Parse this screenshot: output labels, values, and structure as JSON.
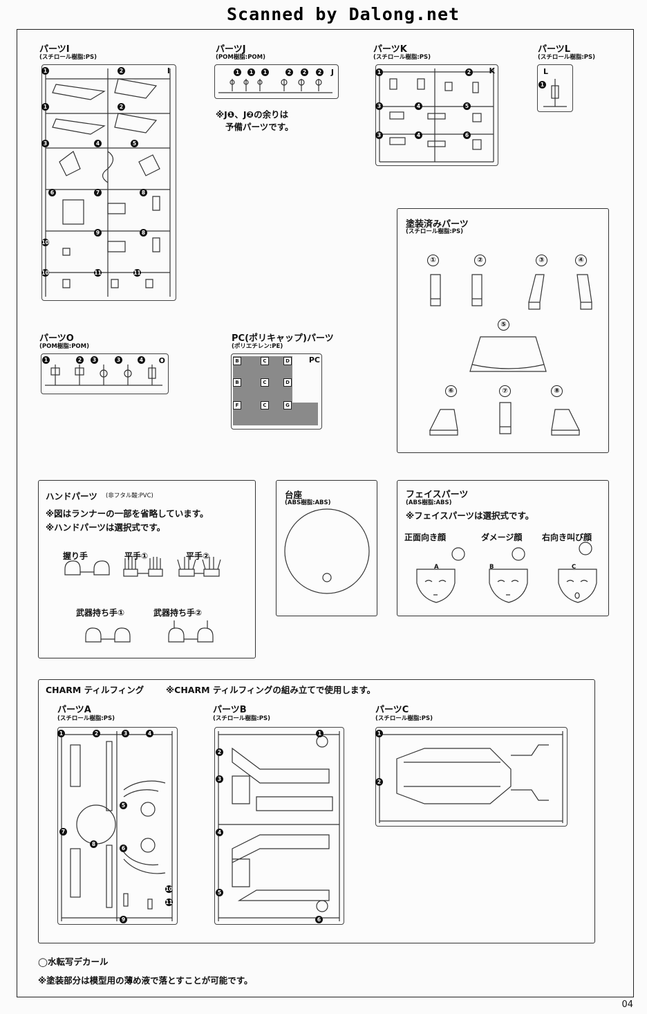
{
  "watermark": "Scanned by Dalong.net",
  "page_number": "04",
  "parts": {
    "i": {
      "title": "パーツI",
      "material": "(スチロール樹脂:PS)",
      "letter": "I",
      "nums": [
        "1",
        "2",
        "1",
        "2",
        "3",
        "4",
        "5",
        "6",
        "7",
        "8",
        "9",
        "8",
        "10",
        "10",
        "11",
        "11"
      ]
    },
    "j": {
      "title": "パーツJ",
      "material": "(POM樹脂:POM)",
      "letter": "J",
      "nums": [
        "1",
        "1",
        "1",
        "2",
        "2",
        "2"
      ],
      "note1": "※J❶、J❷の余りは",
      "note2": "予備パーツです。"
    },
    "k": {
      "title": "パーツK",
      "material": "(スチロール樹脂:PS)",
      "letter": "K",
      "nums": [
        "1",
        "2",
        "3",
        "4",
        "5",
        "3",
        "4",
        "6"
      ]
    },
    "l": {
      "title": "パーツL",
      "material": "(スチロール樹脂:PS)",
      "letter": "L",
      "nums": [
        "1"
      ]
    },
    "o": {
      "title": "パーツO",
      "material": "(POM樹脂:POM)",
      "letter": "O",
      "nums": [
        "1",
        "2",
        "3",
        "3",
        "4"
      ]
    },
    "pc": {
      "title": "PC(ポリキャップ)パーツ",
      "material": "(ポリエチレン:PE)",
      "letter": "PC",
      "cells": [
        "B",
        "C",
        "D",
        "B",
        "C",
        "D",
        "F",
        "C",
        "G"
      ]
    },
    "painted": {
      "title": "塗装済みパーツ",
      "material": "(スチロール樹脂:PS)",
      "nums": [
        "①",
        "②",
        "③",
        "④",
        "⑤",
        "⑥",
        "⑦",
        "⑧"
      ]
    },
    "hand": {
      "title": "ハンドパーツ",
      "material": "(非フタル酸:PVC)",
      "note1": "※図はランナーの一部を省略しています。",
      "note2": "※ハンドパーツは選択式です。",
      "types": [
        "握り手",
        "平手①",
        "平手②",
        "武器持ち手①",
        "武器持ち手②"
      ]
    },
    "base": {
      "title": "台座",
      "material": "(ABS樹脂:ABS)"
    },
    "face": {
      "title": "フェイスパーツ",
      "material": "(ABS樹脂:ABS)",
      "note": "※フェイスパーツは選択式です。",
      "types": [
        "正面向き顔",
        "ダメージ顔",
        "右向き叫び顔"
      ],
      "tags": [
        "A",
        "B",
        "C"
      ]
    },
    "charm": {
      "title": "CHARM ティルフィング",
      "note": "※CHARM ティルフィングの組み立てで使用します。",
      "a": {
        "title": "パーツA",
        "material": "(スチロール樹脂:PS)",
        "nums": [
          "1",
          "2",
          "3",
          "4",
          "5",
          "6",
          "7",
          "8",
          "9",
          "10",
          "11"
        ]
      },
      "b": {
        "title": "パーツB",
        "material": "(スチロール樹脂:PS)",
        "nums": [
          "1",
          "2",
          "3",
          "4",
          "5",
          "6"
        ]
      },
      "c": {
        "title": "パーツC",
        "material": "(スチロール樹脂:PS)",
        "nums": [
          "1",
          "2"
        ]
      }
    }
  },
  "footer": {
    "decal": "◯水転写デカール",
    "note": "※塗装部分は模型用の薄め液で落とすことが可能です。"
  }
}
